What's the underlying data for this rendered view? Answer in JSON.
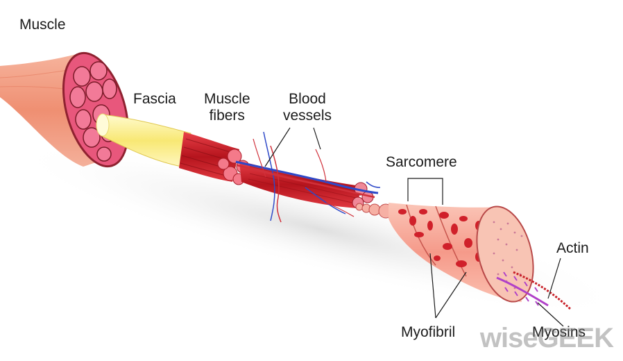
{
  "labels": {
    "muscle": "Muscle",
    "fascia": "Fascia",
    "muscle_fibers": [
      "Muscle",
      "fibers"
    ],
    "blood_vessels": [
      "Blood",
      "vessels"
    ],
    "sarcomere": "Sarcomere",
    "actin": "Actin",
    "myofibril": "Myofibril",
    "myosins": "Myosins"
  },
  "watermark": "wiseGEEK",
  "colors": {
    "muscle_outer": "#f2a48a",
    "muscle_face": "#e84f7a",
    "bundle_red": "#d8242e",
    "fascia_yellow": "#fbf3a0",
    "vessel_blue": "#2e49c8",
    "vessel_red": "#d0303a",
    "myofibril_pink": "#f6a89b",
    "spot_red": "#d0202a",
    "actin_red": "#c82028",
    "myosin_purple": "#b040c8"
  }
}
